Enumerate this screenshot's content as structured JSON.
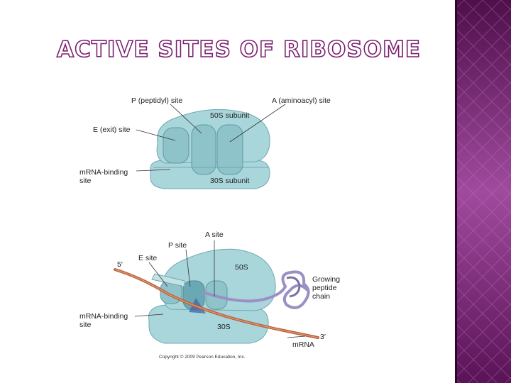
{
  "slide": {
    "title": "ACTIVE SITES OF RIBOSOME",
    "accent_color": "#7a1f6e",
    "sidebar_color": "#8e3a8a"
  },
  "diagram_top": {
    "p_site": "P (peptidyl) site",
    "a_site": "A (aminoacyl) site",
    "subunit_50s": "50S subunit",
    "e_site": "E (exit) site",
    "mrna_binding_1": "mRNA-binding",
    "mrna_binding_2": "site",
    "subunit_30s": "30S subunit"
  },
  "diagram_bottom": {
    "a_site": "A site",
    "p_site": "P site",
    "e_site": "E site",
    "five_prime": "5′",
    "subunit_50s": "50S",
    "growing_1": "Growing",
    "growing_2": "peptide",
    "growing_3": "chain",
    "mrna_binding_1": "mRNA-binding",
    "mrna_binding_2": "site",
    "subunit_30s": "30S",
    "three_prime": "3′",
    "mrna": "mRNA",
    "copyright": "Copyright © 2009 Pearson Education, Inc."
  }
}
